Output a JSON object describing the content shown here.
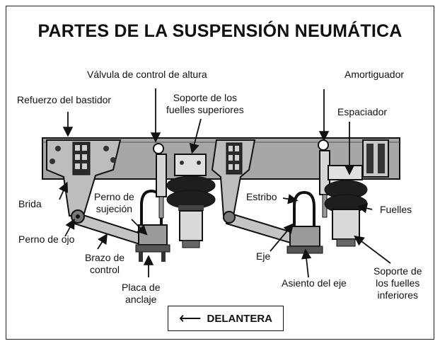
{
  "title": "PARTES DE LA SUSPENSIÓN NEUMÁTICA",
  "labels": {
    "valvula": "Válvula de control de altura",
    "amortiguador": "Amortiguador",
    "refuerzo": "Refuerzo del bastidor",
    "soporte_sup": "Soporte de los\nfuelles superiores",
    "espaciador": "Espaciador",
    "brida": "Brida",
    "perno_sujecion": "Perno de\nsujeción",
    "estribo": "Estribo",
    "fuelles": "Fuelles",
    "perno_ojo": "Perno de ojo",
    "eje": "Eje",
    "brazo": "Brazo de\ncontrol",
    "asiento": "Asiento del eje",
    "soporte_inf": "Soporte de\nlos fuelles\ninferiores",
    "placa": "Placa de\nanclaje"
  },
  "direction": {
    "arrow_icon": "left-arrow-icon",
    "label": "DELANTERA"
  }
}
